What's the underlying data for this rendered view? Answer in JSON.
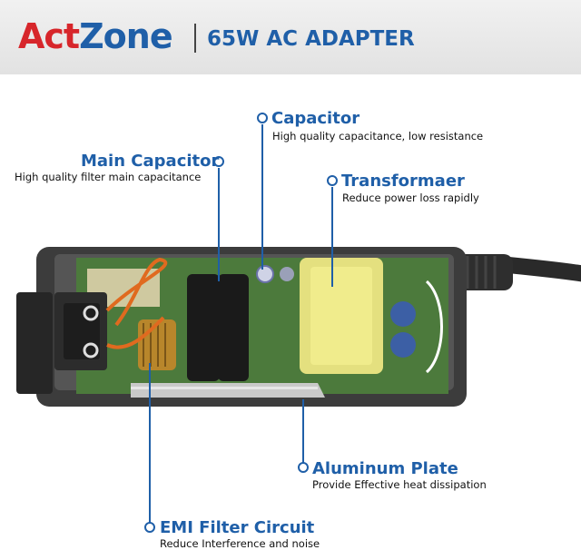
{
  "header": {
    "logo_part1": "Act",
    "logo_part2": "Zone",
    "title": "65W AC ADAPTER"
  },
  "colors": {
    "brand_red": "#d7262b",
    "brand_blue": "#1f5fa8",
    "callout_blue": "#1f5fa8"
  },
  "callouts": {
    "capacitor": {
      "title": "Capacitor",
      "subtitle": "High quality capacitance, low resistance"
    },
    "main_capacitor": {
      "title": "Main Capacitor",
      "subtitle": "High quality filter main capacitance"
    },
    "transformer": {
      "title": "Transformaer",
      "subtitle": "Reduce power loss rapidly"
    },
    "aluminum_plate": {
      "title": "Aluminum Plate",
      "subtitle": "Provide Effective heat dissipation"
    },
    "emi_filter": {
      "title": "EMI Filter Circuit",
      "subtitle": "Reduce Interference and noise"
    }
  }
}
